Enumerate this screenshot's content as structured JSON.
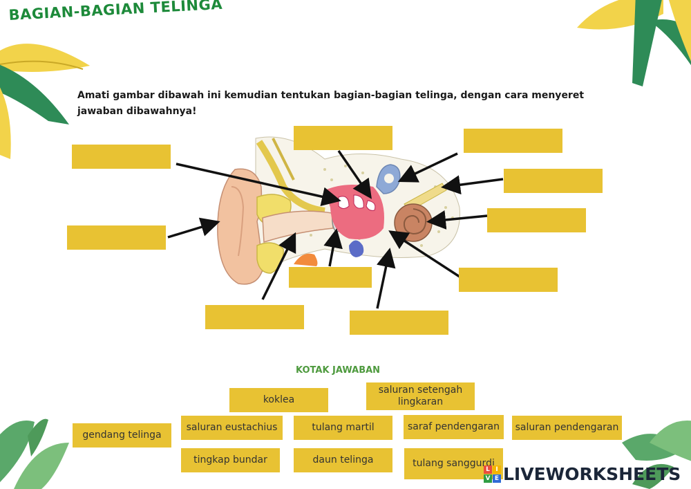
{
  "title": "BAGIAN-BAGIAN TELINGA",
  "instruction": "Amati gambar dibawah ini kemudian tentukan bagian-bagian telinga, dengan cara menyeret jawaban dibawahnya!",
  "answer_box_title": "KOTAK JAWABAN",
  "answers": {
    "koklea": "koklea",
    "saluran_setengah_lingkaran": "saluran setengah lingkaran",
    "gendang_telinga": "gendang telinga",
    "saluran_eustachius": "saluran eustachius",
    "tulang_martil": "tulang martil",
    "saraf_pendengaran": "saraf pendengaran",
    "saluran_pendengaran": "saluran pendengaran",
    "tingkap_bundar": "tingkap bundar",
    "daun_telinga": "daun telinga",
    "tulang_sanggurdi": "tulang sanggurdi"
  },
  "brand": {
    "name": "LIVEWORKSHEETS",
    "logo_letters": [
      "L",
      "I",
      "V",
      "E"
    ]
  },
  "colors": {
    "title": "#1d8a3a",
    "dropbox": "#e8c233",
    "arrow": "#111111",
    "section_heading": "#4e9a3e",
    "brand_text": "#1b2638",
    "leaf_dark": "#2e8b57",
    "leaf_yellow": "#f2d34a"
  },
  "icons": {
    "arrows": "arrow-icon",
    "decorations": "palm-leaf-icon",
    "logo": "liveworksheets-logo-icon"
  }
}
